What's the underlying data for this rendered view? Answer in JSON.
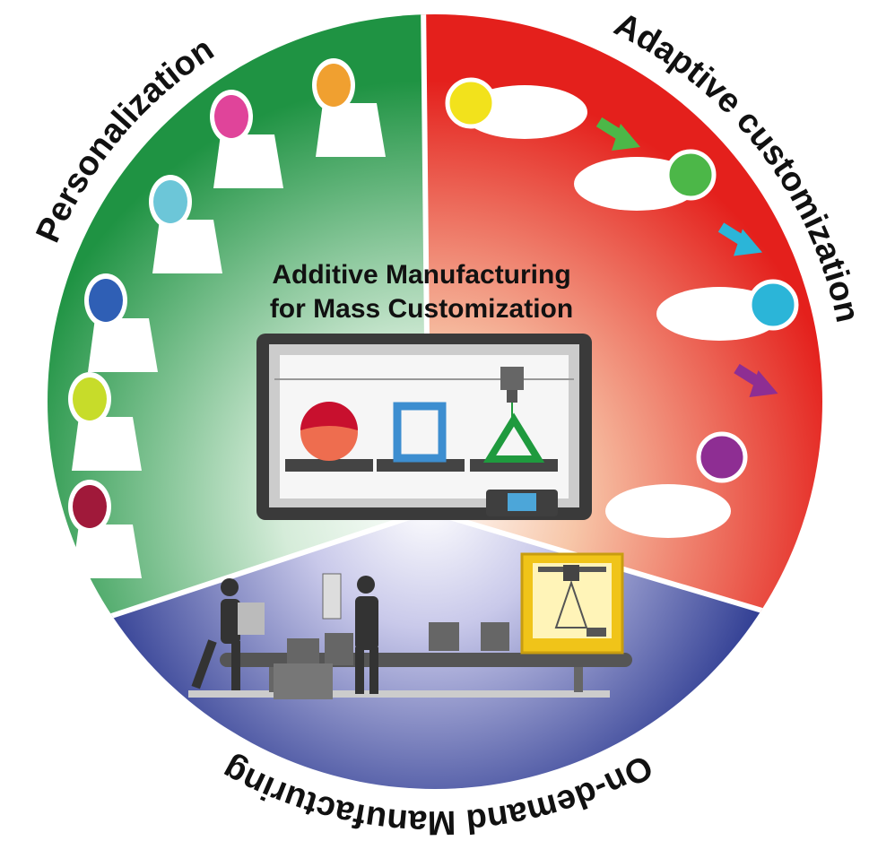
{
  "title": {
    "line1": "Additive Manufacturing",
    "line2": "for Mass Customization"
  },
  "sections": {
    "personalization": {
      "label": "Personalization",
      "color": "#2a9a48"
    },
    "adaptive": {
      "label": "Adaptive customization",
      "color": "#e6231e"
    },
    "on_demand": {
      "label": "On-demand Manufacturing",
      "color": "#2b3990"
    }
  },
  "personalization_heads": [
    "#a0193a",
    "#c7dc2a",
    "#2f5fb5",
    "#6cc6d8",
    "#e0449a",
    "#f0a030"
  ],
  "growth_stages": [
    "#f2e21c",
    "#4cb748",
    "#2bb5d8",
    "#8e2e93"
  ]
}
